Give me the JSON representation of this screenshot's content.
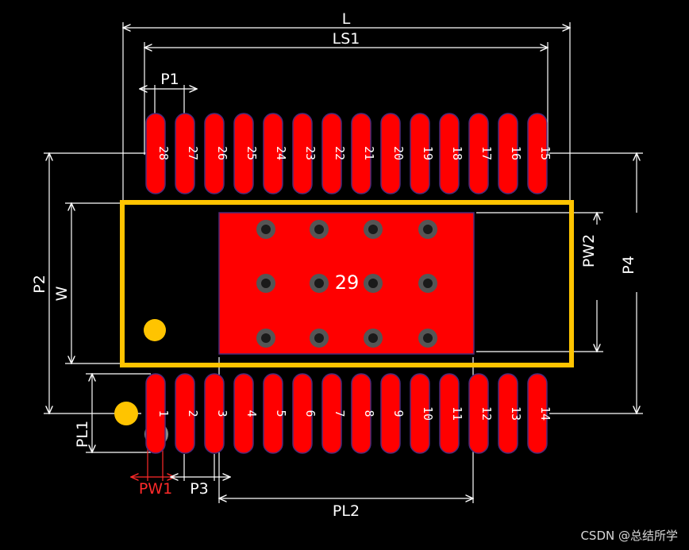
{
  "dimension_labels": {
    "L": "L",
    "LS1": "LS1",
    "P1": "P1",
    "P2": "P2",
    "W": "W",
    "PW2": "PW2",
    "P4": "P4",
    "PL1": "PL1",
    "PW1": "PW1",
    "P3": "P3",
    "PL2": "PL2"
  },
  "pads_top": [
    "28",
    "27",
    "26",
    "25",
    "24",
    "23",
    "22",
    "21",
    "20",
    "19",
    "18",
    "17",
    "16",
    "15"
  ],
  "pads_bottom": [
    "1",
    "2",
    "3",
    "4",
    "5",
    "6",
    "7",
    "8",
    "9",
    "10",
    "11",
    "12",
    "13",
    "14"
  ],
  "exposed_pad_label": "29",
  "colors": {
    "background": "#000000",
    "pad": "#ff0000",
    "pad_outline": "#4b2a7a",
    "silkscreen": "#ffc400",
    "dimension": "#ffffff",
    "highlight_dimension": "#ff2a2a",
    "via": "#555555"
  },
  "watermark": "CSDN @总结所学"
}
